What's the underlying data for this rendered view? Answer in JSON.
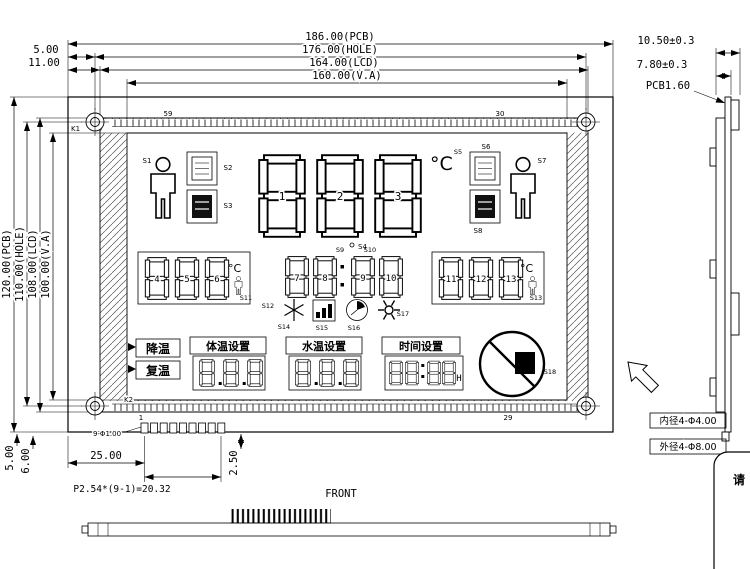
{
  "dims": {
    "top": [
      "186.00(PCB)",
      "176.00(HOLE)",
      "164.00(LCD)",
      "160.00(V.A)"
    ],
    "top_left": [
      "5.00",
      "11.00"
    ],
    "left": [
      "120.00(PCB)",
      "110.00(HOLE)",
      "108.00(LCD)",
      "100.00(V.A)"
    ],
    "right": [
      "10.50±0.3",
      "7.80±0.3",
      "PCB1.60"
    ],
    "bottom": {
      "edge5": "5.00",
      "edge6": "6.00",
      "pin_offset": "25.00",
      "pin_pitch": "P2.54*(9-1)=20.32",
      "pin_len": "2.50",
      "pin_hole": "9-Φ1.00"
    }
  },
  "labels": {
    "front": "FRONT",
    "k1": "K1",
    "k2": "K2",
    "lcd_pin_top_left": "59",
    "lcd_pin_top_right": "30",
    "lcd_pin_bottom_left": "1",
    "lcd_pin_bottom_right": "29"
  },
  "notes": {
    "inner_dia": "内径4-Φ4.00",
    "outer_dia": "外径4-Φ8.00",
    "partial": "请"
  },
  "segments": {
    "s1": "S1",
    "s2": "S2",
    "s3": "S3",
    "s4": "S4",
    "s5": "S5",
    "s6": "S6",
    "s7": "S7",
    "s8": "S8",
    "s9": "S9",
    "s10": "S10",
    "s11": "S11",
    "s12": "S12",
    "s13": "S13",
    "s14": "S14",
    "s15": "S15",
    "s16": "S16",
    "s17": "S17",
    "s18": "S18"
  },
  "digits": {
    "big": [
      "1",
      "2",
      "3"
    ],
    "mid_left": [
      "4",
      "5",
      "6"
    ],
    "mid_center": [
      "7",
      "8",
      "9",
      "10"
    ],
    "mid_right": [
      "11",
      "12",
      "13"
    ]
  },
  "display": {
    "deg_c": "°C",
    "hour": "H"
  },
  "buttons": {
    "cool": "降温",
    "rewarm": "复温",
    "body_temp": "体温设置",
    "water_temp": "水温设置",
    "time_set": "时间设置"
  }
}
